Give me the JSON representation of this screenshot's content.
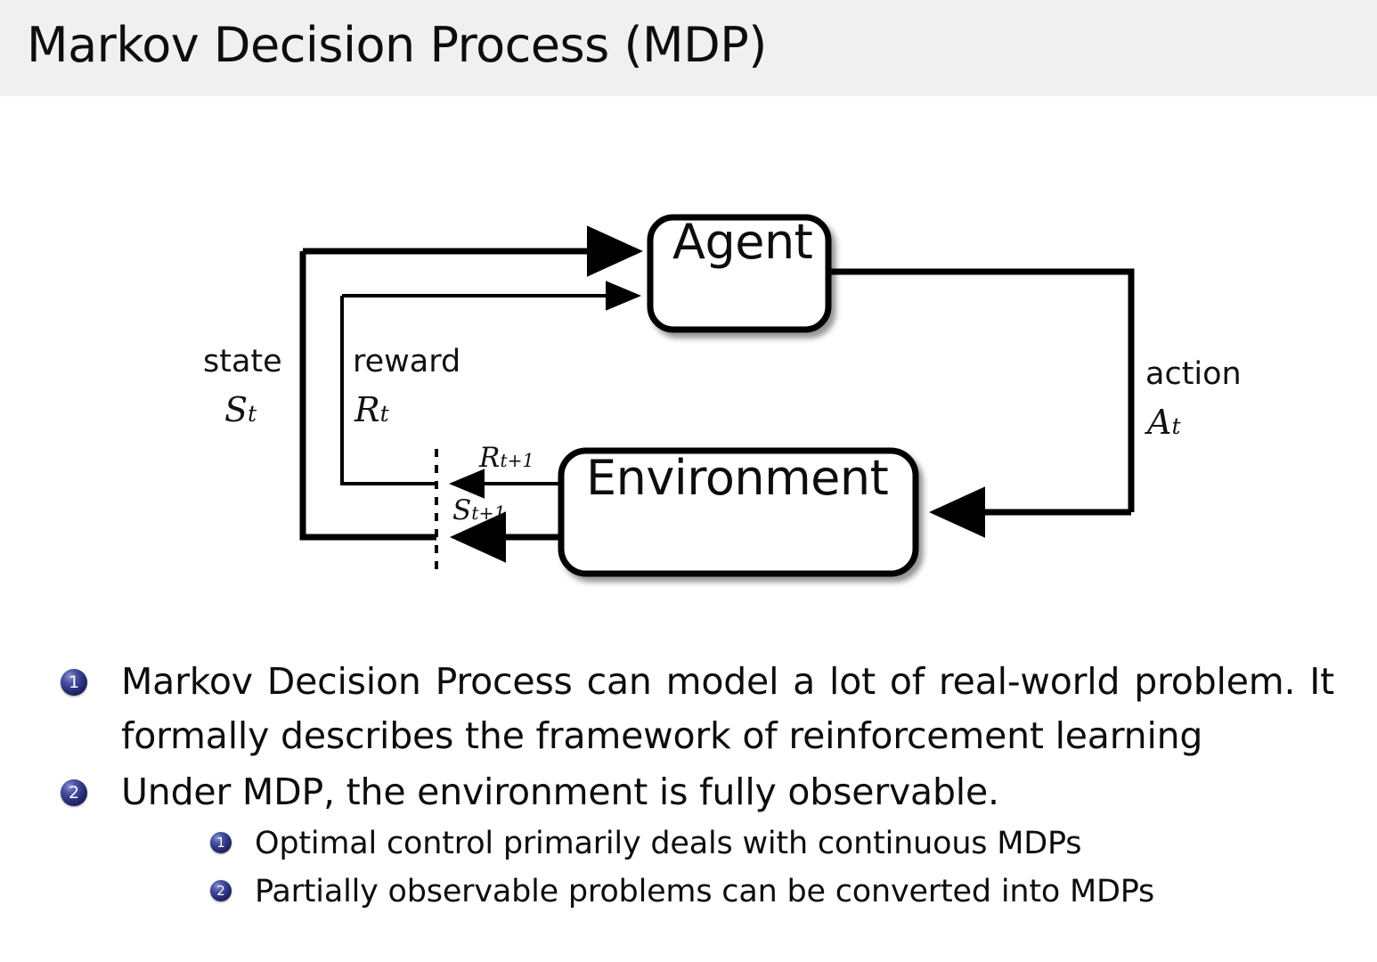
{
  "slide": {
    "title": "Markov Decision Process (MDP)",
    "header_bg": "#f0f0f0",
    "background": "#ffffff",
    "bullet_color": "#2b2f7a",
    "text_color": "#0d0d0d"
  },
  "diagram": {
    "name": "agent-environment-interaction-loop",
    "nodes": [
      {
        "id": "agent",
        "label": "Agent"
      },
      {
        "id": "environment",
        "label": "Environment"
      }
    ],
    "labels": {
      "state_word": "state",
      "state_symbol": "S",
      "state_subscript": "t",
      "reward_word": "reward",
      "reward_symbol": "R",
      "reward_subscript": "t",
      "action_word": "action",
      "action_symbol": "A",
      "action_subscript": "t",
      "reward_next_symbol": "R",
      "reward_next_subscript": "t+1",
      "state_next_symbol": "S",
      "state_next_subscript": "t+1"
    },
    "edges": [
      {
        "from": "environment",
        "to": "agent",
        "label": "state S_t"
      },
      {
        "from": "environment",
        "to": "agent",
        "label": "reward R_t"
      },
      {
        "from": "agent",
        "to": "environment",
        "label": "action A_t"
      },
      {
        "from": "environment",
        "to": "boundary",
        "label": "R_t+1"
      },
      {
        "from": "environment",
        "to": "boundary",
        "label": "S_t+1"
      }
    ],
    "time_boundary": "dashed-vertical-line"
  },
  "content": {
    "items": [
      {
        "marker": "1",
        "text": "Markov Decision Process can model a lot of real-world problem. It formally describes the framework of reinforcement learning",
        "subitems": []
      },
      {
        "marker": "2",
        "text": "Under MDP, the environment is fully observable.",
        "subitems": [
          {
            "marker": "1",
            "text": "Optimal control primarily deals with continuous MDPs"
          },
          {
            "marker": "2",
            "text": "Partially observable problems can be converted into MDPs"
          }
        ]
      }
    ]
  }
}
